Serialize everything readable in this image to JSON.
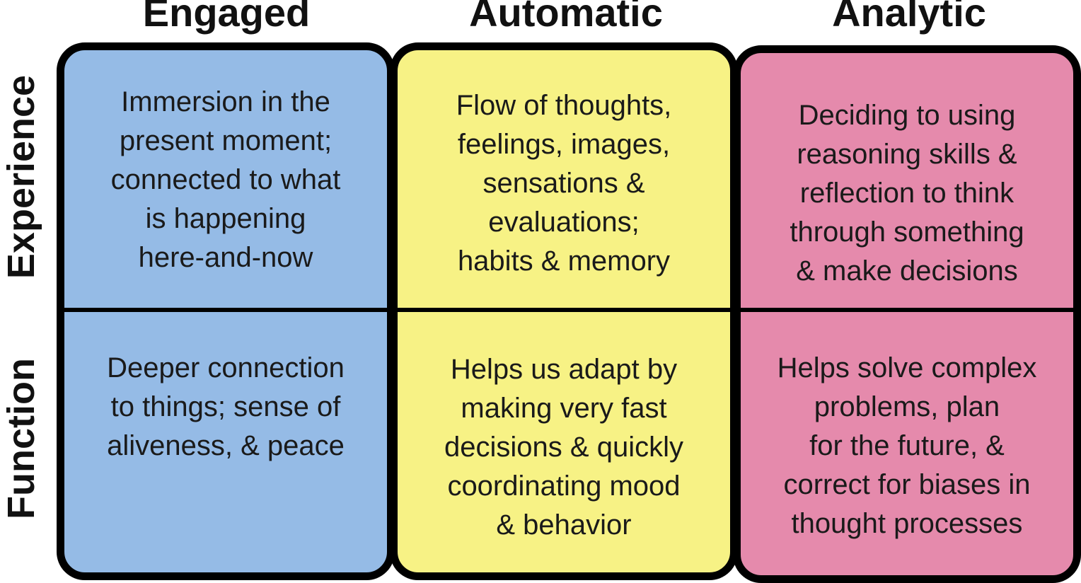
{
  "columns": [
    {
      "header": "Engaged",
      "color": "#95bbe6",
      "experience": "Immersion in the\npresent moment;\nconnected to what\nis happening\nhere-and-now",
      "function": "Deeper connection\nto things; sense of\naliveness, & peace"
    },
    {
      "header": "Automatic",
      "color": "#f7f285",
      "experience": "Flow of thoughts,\nfeelings, images,\nsensations &\nevaluations;\nhabits & memory",
      "function": "Helps us adapt by\nmaking very fast\ndecisions & quickly\ncoordinating mood\n& behavior"
    },
    {
      "header": "Analytic",
      "color": "#e58aac",
      "experience": "Deciding to using\nreasoning skills &\nreflection to think\nthrough something\n& make decisions",
      "function": "Helps solve complex\nproblems, plan\nfor the future, &\ncorrect for biases in\nthought processes"
    }
  ],
  "rows": {
    "experience": "Experience",
    "function": "Function"
  }
}
